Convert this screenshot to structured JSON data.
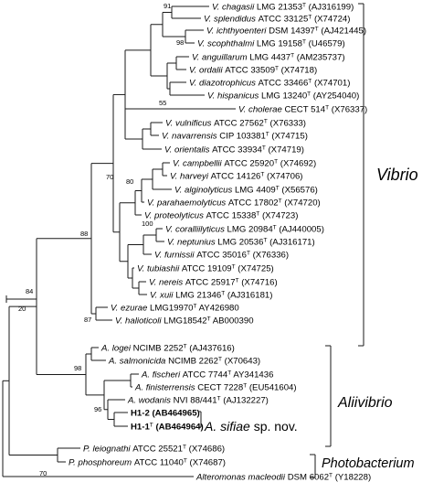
{
  "scale_bar": {
    "label": "20"
  },
  "leaves": [
    {
      "id": "chagasii",
      "species": "V. chagasii",
      "strain": "LMG 21353",
      "type": true,
      "accession": "(AJ316199)"
    },
    {
      "id": "splendidus",
      "species": "V. splendidus",
      "strain": "ATCC 33125",
      "type": true,
      "accession": "(X74724)"
    },
    {
      "id": "ichthyoenteri",
      "species": "V. ichthyoenteri",
      "strain": "DSM 14397",
      "type": true,
      "accession": "(AJ421445)"
    },
    {
      "id": "scophthalmi",
      "species": "V. scophthalmi",
      "strain": "LMG 19158",
      "type": true,
      "accession": "(U46579)"
    },
    {
      "id": "anguillarum",
      "species": "V. anguillarum",
      "strain": "LMG 4437",
      "type": true,
      "accession": "(AM235737)"
    },
    {
      "id": "ordalii",
      "species": "V. ordalii",
      "strain": "ATCC 33509",
      "type": true,
      "accession": "(X74718)"
    },
    {
      "id": "diazotrophicus",
      "species": "V. diazotrophicus",
      "strain": "ATCC 33466",
      "type": true,
      "accession": "(X74701)"
    },
    {
      "id": "hispanicus",
      "species": "V. hispanicus",
      "strain": "LMG 13240",
      "type": true,
      "accession": "(AY254040)"
    },
    {
      "id": "cholerae",
      "species": "V. cholerae",
      "strain": "CECT 514",
      "type": true,
      "accession": "(X76337)"
    },
    {
      "id": "vulnificus",
      "species": "V. vulnificus",
      "strain": "ATCC 27562",
      "type": true,
      "accession": "(X76333)"
    },
    {
      "id": "navarrensis",
      "species": "V. navarrensis",
      "strain": "CIP 103381",
      "type": true,
      "accession": "(X74715)"
    },
    {
      "id": "orientalis",
      "species": "V. orientalis",
      "strain": "ATCC 33934",
      "type": true,
      "accession": "(X74719)"
    },
    {
      "id": "campbellii",
      "species": "V. campbellii",
      "strain": "ATCC 25920",
      "type": true,
      "accession": "(X74692)"
    },
    {
      "id": "harveyi",
      "species": "V. harveyi",
      "strain": "ATCC 14126",
      "type": true,
      "accession": "(X74706)"
    },
    {
      "id": "alginolyticus",
      "species": "V. alginolyticus",
      "strain": "LMG 4409",
      "type": true,
      "accession": "(X56576)"
    },
    {
      "id": "parahaemolyticus",
      "species": "V. parahaemolyticus",
      "strain": "ATCC 17802",
      "type": true,
      "accession": "(X74720)"
    },
    {
      "id": "proteolyticus",
      "species": "V. proteolyticus",
      "strain": "ATCC 15338",
      "type": true,
      "accession": "(X74723)"
    },
    {
      "id": "coralliilyticus",
      "species": "V. coralliilyticus",
      "strain": "LMG 20984",
      "type": true,
      "accession": "(AJ440005)"
    },
    {
      "id": "neptunius",
      "species": "V. neptunius",
      "strain": "LMG 20536",
      "type": true,
      "accession": "(AJ316171)"
    },
    {
      "id": "furnissii",
      "species": "V. furnissii",
      "strain": "ATCC 35016",
      "type": true,
      "accession": "(X76336)"
    },
    {
      "id": "tubiashii",
      "species": "V. tubiashii",
      "strain": "ATCC 19109",
      "type": true,
      "accession": "(X74725)"
    },
    {
      "id": "nereis",
      "species": "V. nereis",
      "strain": "ATCC 25917",
      "type": true,
      "accession": "(X74716)"
    },
    {
      "id": "xuii",
      "species": "V. xuii",
      "strain": "LMG 21346",
      "type": true,
      "accession": "(AJ316181)"
    },
    {
      "id": "ezurae",
      "species": "V. ezurae",
      "strain": "LMG19970",
      "type": true,
      "accession": "AY426980"
    },
    {
      "id": "halioticoli",
      "species": "V. halioticoli",
      "strain": "LMG18542",
      "type": true,
      "accession": "AB000390"
    },
    {
      "id": "logei",
      "species": "A. logei",
      "strain": "NCIMB 2252",
      "type": true,
      "accession": "(AJ437616)"
    },
    {
      "id": "salmonicida",
      "species": "A. salmonicida",
      "strain": "NCIMB 2262",
      "type": true,
      "accession": "(X70643)"
    },
    {
      "id": "fischeri",
      "species": "A. fischeri",
      "strain": "ATCC 7744",
      "type": true,
      "accession": "AY341436"
    },
    {
      "id": "finisterrensis",
      "species": "A. finisterrensis",
      "strain": "CECT 7228",
      "type": true,
      "accession": "(EU541604)"
    },
    {
      "id": "wodanis",
      "species": "A. wodanis",
      "strain": "NVI 88/441",
      "type": true,
      "accession": "(AJ132227)"
    },
    {
      "id": "h12",
      "species": "",
      "strain": "H1-2",
      "type": false,
      "accession": "(AB464965)",
      "bold": true
    },
    {
      "id": "h11",
      "species": "",
      "strain": "H1-1",
      "type": true,
      "accession": "(AB464964)",
      "bold": true
    },
    {
      "id": "leiognathi",
      "species": "P. leiognathi",
      "strain": "ATCC 25521",
      "type": true,
      "accession": "(X74686)"
    },
    {
      "id": "phosphoreum",
      "species": "P. phosphoreum",
      "strain": "ATCC 11040",
      "type": true,
      "accession": "(X74687)"
    },
    {
      "id": "macleodii",
      "species": "Alteromonas macleodii",
      "strain": "DSM 6062",
      "type": true,
      "accession": "(Y18228)"
    }
  ],
  "bootstrap": [
    {
      "node": "chag_spl",
      "value": "91"
    },
    {
      "node": "ich_sco",
      "value": "98"
    },
    {
      "node": "dia_his",
      "value": "55"
    },
    {
      "node": "vibrio_core",
      "value": "70"
    },
    {
      "node": "harveyi_clade",
      "value": "80"
    },
    {
      "node": "cor_nep",
      "value": "100"
    },
    {
      "node": "vibrio_all",
      "value": "88"
    },
    {
      "node": "ezu_hal",
      "value": "87"
    },
    {
      "node": "vib_ali",
      "value": "84"
    },
    {
      "node": "aliivibrio",
      "value": "98"
    },
    {
      "node": "h_clade",
      "value": "96"
    },
    {
      "node": "photobacterium",
      "value": "70"
    }
  ],
  "new_species_label": {
    "name": "A. sifiae",
    "suffix": " sp. nov."
  },
  "genera": [
    {
      "id": "vibrio",
      "label": "Vibrio"
    },
    {
      "id": "aliivibrio",
      "label": "Aliivibrio"
    },
    {
      "id": "photobacterium",
      "label": "Photobacterium"
    }
  ]
}
